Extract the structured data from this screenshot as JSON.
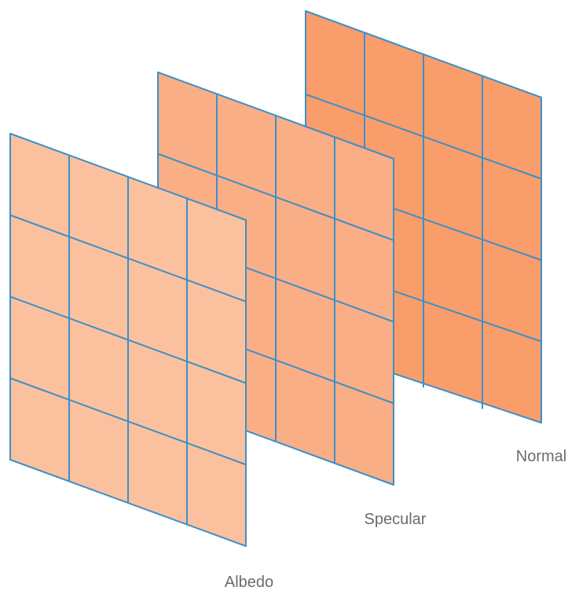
{
  "layers": [
    {
      "id": "normal",
      "label": "Normal",
      "fill": "#F99D6B"
    },
    {
      "id": "specular",
      "label": "Specular",
      "fill": "#F9AE86"
    },
    {
      "id": "albedo",
      "label": "Albedo",
      "fill": "#FBC19F"
    }
  ],
  "grid": {
    "columns": 4,
    "rows": 4
  },
  "colors": {
    "line": "#3E8FC6",
    "label": "#6b6b6b"
  }
}
